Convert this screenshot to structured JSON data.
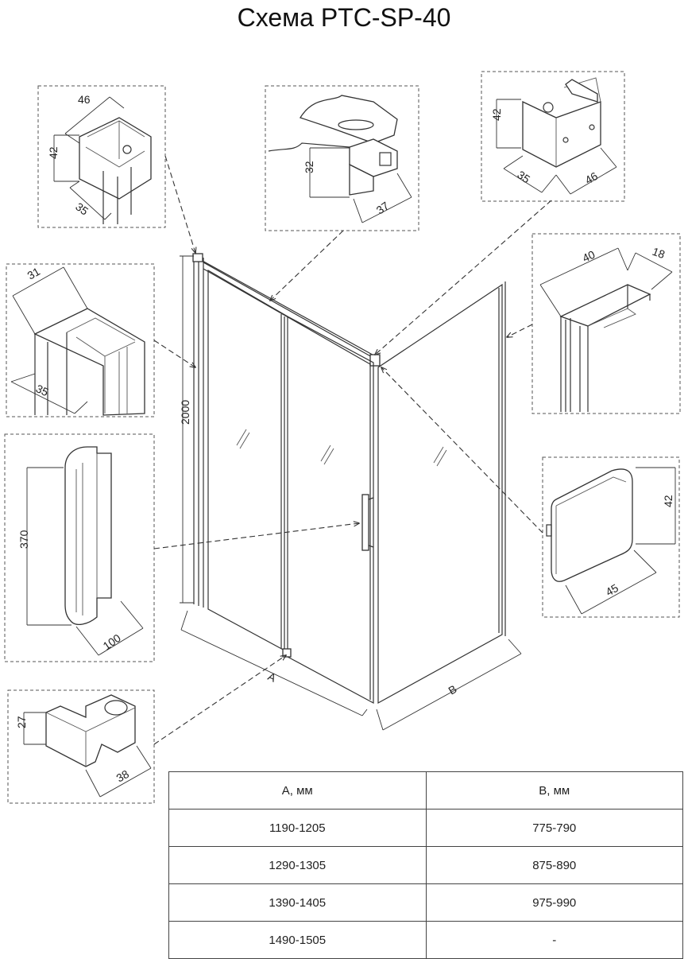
{
  "title": "Схема PTC-SP-40",
  "details": {
    "top_left_bracket": {
      "width": "46",
      "height": "42",
      "depth": "35"
    },
    "top_center_rail": {
      "height": "32",
      "depth": "37"
    },
    "top_right_bracket": {
      "height": "42",
      "depth": "35",
      "width": "46"
    },
    "left_profile": {
      "width": "31",
      "depth": "35"
    },
    "right_profile": {
      "width": "40",
      "depth": "18"
    },
    "handle": {
      "length": "370",
      "depth": "100"
    },
    "right_cap": {
      "height": "42",
      "width": "45"
    },
    "bottom_guide": {
      "height": "27",
      "width": "38"
    }
  },
  "main": {
    "height_label": "2000",
    "label_a": "A",
    "label_b": "B"
  },
  "table": {
    "headers": [
      "A, мм",
      "B, мм"
    ],
    "rows": [
      [
        "1190-1205",
        "775-790"
      ],
      [
        "1290-1305",
        "875-890"
      ],
      [
        "1390-1405",
        "975-990"
      ],
      [
        "1490-1505",
        "-"
      ]
    ]
  }
}
